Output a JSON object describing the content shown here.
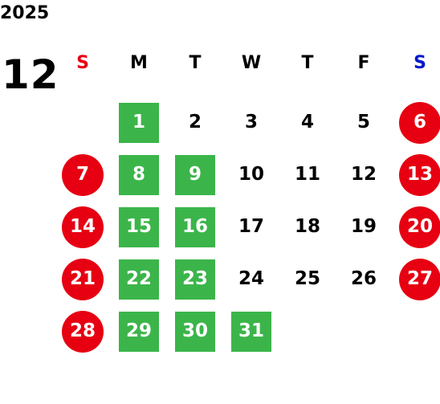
{
  "calendar": {
    "year": "2025",
    "month": "12",
    "weekday_headers": [
      "S",
      "M",
      "T",
      "W",
      "T",
      "F",
      "S"
    ],
    "colors": {
      "holiday_red": "#e60012",
      "saturday_blue": "#0019cc",
      "highlight_green": "#3bb54a"
    },
    "weeks": [
      [
        {
          "day": "",
          "style": "none"
        },
        {
          "day": "1",
          "style": "green"
        },
        {
          "day": "2",
          "style": "plain"
        },
        {
          "day": "3",
          "style": "plain"
        },
        {
          "day": "4",
          "style": "plain"
        },
        {
          "day": "5",
          "style": "plain"
        },
        {
          "day": "6",
          "style": "red"
        }
      ],
      [
        {
          "day": "7",
          "style": "red"
        },
        {
          "day": "8",
          "style": "green"
        },
        {
          "day": "9",
          "style": "green"
        },
        {
          "day": "10",
          "style": "plain"
        },
        {
          "day": "11",
          "style": "plain"
        },
        {
          "day": "12",
          "style": "plain"
        },
        {
          "day": "13",
          "style": "red"
        }
      ],
      [
        {
          "day": "14",
          "style": "red"
        },
        {
          "day": "15",
          "style": "green"
        },
        {
          "day": "16",
          "style": "green"
        },
        {
          "day": "17",
          "style": "plain"
        },
        {
          "day": "18",
          "style": "plain"
        },
        {
          "day": "19",
          "style": "plain"
        },
        {
          "day": "20",
          "style": "red"
        }
      ],
      [
        {
          "day": "21",
          "style": "red"
        },
        {
          "day": "22",
          "style": "green"
        },
        {
          "day": "23",
          "style": "green"
        },
        {
          "day": "24",
          "style": "plain"
        },
        {
          "day": "25",
          "style": "plain"
        },
        {
          "day": "26",
          "style": "plain"
        },
        {
          "day": "27",
          "style": "red"
        }
      ],
      [
        {
          "day": "28",
          "style": "red"
        },
        {
          "day": "29",
          "style": "green"
        },
        {
          "day": "30",
          "style": "green"
        },
        {
          "day": "31",
          "style": "green"
        },
        {
          "day": "",
          "style": "none"
        },
        {
          "day": "",
          "style": "none"
        },
        {
          "day": "",
          "style": "none"
        }
      ]
    ]
  }
}
